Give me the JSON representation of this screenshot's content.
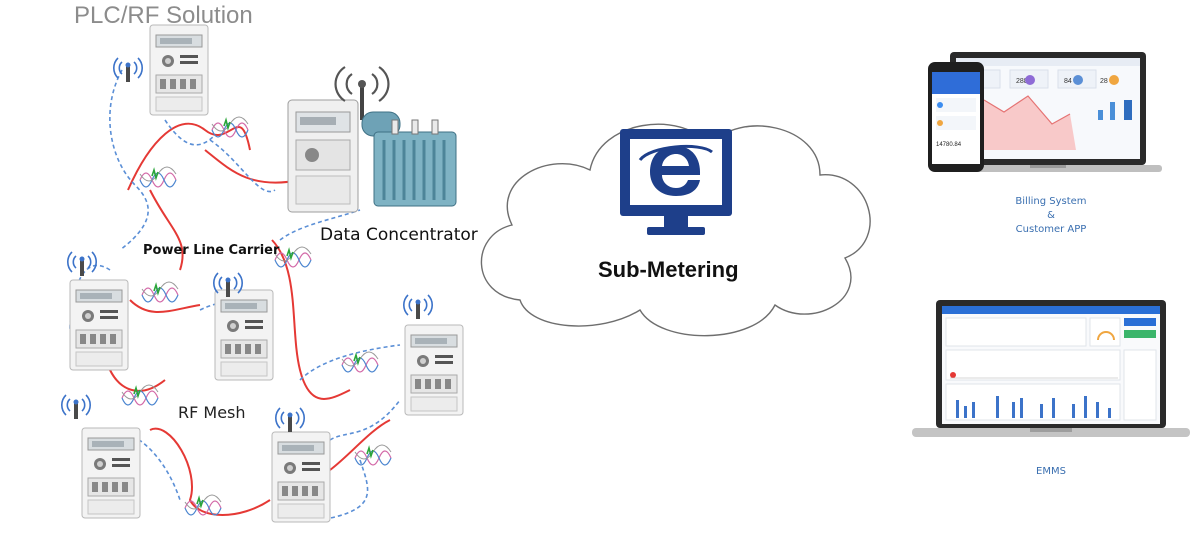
{
  "title": "PLC/RF Solution",
  "labels": {
    "power_line_carrier": "Power Line Carrier",
    "data_concentrator": "Data Concentrator",
    "rf_mesh": "RF Mesh",
    "sub_metering": "Sub-Metering",
    "billing_line1": "Billing System",
    "billing_line2": "&",
    "billing_line3": "Customer APP",
    "emms": "EMMS"
  },
  "app_screen": {
    "stat1": "288",
    "stat2": "84",
    "stat3": "28",
    "reading": "14780.84"
  },
  "icons": {
    "cloud": "cloud-icon",
    "monitor": "monitor-browser-icon",
    "meter": "electric-meter-icon",
    "antenna": "antenna-icon",
    "transformer": "transformer-icon"
  },
  "colors": {
    "cloud_logo": "#1e3f8a",
    "plc_line": "#e53935",
    "rf_line": "#5b8fd6",
    "caption": "#3a6fb0"
  }
}
